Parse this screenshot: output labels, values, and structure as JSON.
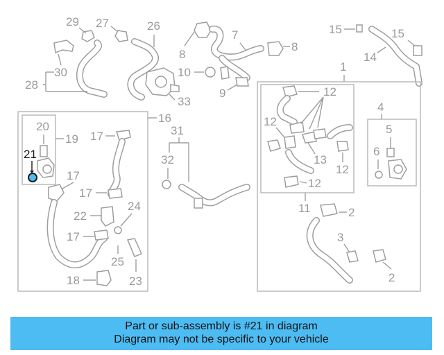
{
  "diagram": {
    "callouts": {
      "c29": "29",
      "c27": "27",
      "c26": "26",
      "c30": "30",
      "c28": "28",
      "c8a": "8",
      "c7": "7",
      "c8b": "8",
      "c10": "10",
      "c9": "9",
      "c33": "33",
      "c15a": "15",
      "c15b": "15",
      "c14": "14",
      "c1": "1",
      "c16": "16",
      "c20": "20",
      "c19": "19",
      "c21": "21",
      "c17a": "17",
      "c17b": "17",
      "c17c": "17",
      "c17d": "17",
      "c22": "22",
      "c24": "24",
      "c25": "25",
      "c18": "18",
      "c23": "23",
      "c31": "31",
      "c32": "32",
      "c12a": "12",
      "c12b": "12",
      "c12c": "12",
      "c12d": "12",
      "c13": "13",
      "c4": "4",
      "c5": "5",
      "c6": "6",
      "c11": "11",
      "c2a": "2",
      "c3": "3",
      "c2b": "2"
    },
    "highlighted_part": "21",
    "highlight_color": "#4dbcf3"
  },
  "banner": {
    "line1": "Part or sub-assembly is #21 in diagram",
    "line2": "Diagram may not be specific to your vehicle",
    "background": "#4dbcf3"
  }
}
